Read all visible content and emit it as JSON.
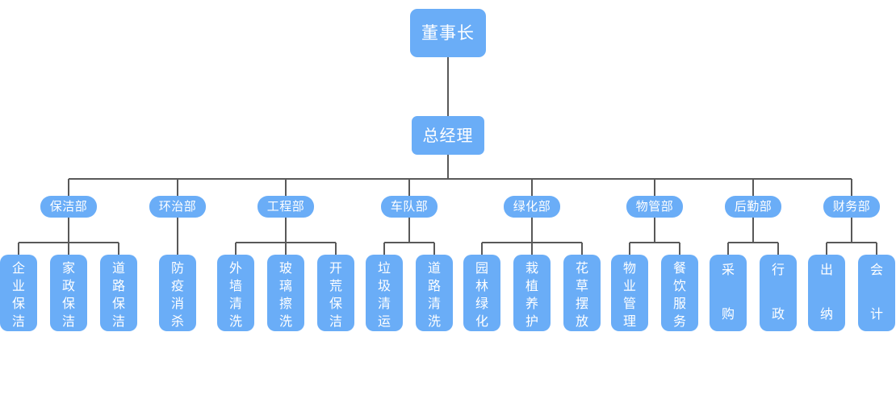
{
  "chart_data": {
    "type": "diagram",
    "diagram_type": "organization-chart",
    "orientation": "top-down",
    "title": "",
    "colors": {
      "node_fill": "#6AADF7",
      "node_text": "#FFFFFF",
      "connector": "#595959",
      "background": "#FFFFFF"
    },
    "levels": 4,
    "node_count": 28
  },
  "nodes": {
    "root": {
      "label": "董事长"
    },
    "exec": {
      "label": "总经理"
    },
    "departments": [
      {
        "label": "保洁部",
        "children": [
          {
            "label": "企业保洁"
          },
          {
            "label": "家政保洁"
          },
          {
            "label": "道路保洁"
          }
        ]
      },
      {
        "label": "环治部",
        "children": [
          {
            "label": "防疫消杀"
          }
        ]
      },
      {
        "label": "工程部",
        "children": [
          {
            "label": "外墙清洗"
          },
          {
            "label": "玻璃擦洗"
          },
          {
            "label": "开荒保洁"
          }
        ]
      },
      {
        "label": "车队部",
        "children": [
          {
            "label": "垃圾清运"
          },
          {
            "label": "道路清洗"
          }
        ]
      },
      {
        "label": "绿化部",
        "children": [
          {
            "label": "园林绿化"
          },
          {
            "label": "栽植养护"
          },
          {
            "label": "花草摆放"
          }
        ]
      },
      {
        "label": "物管部",
        "children": [
          {
            "label": "物业管理"
          },
          {
            "label": "餐饮服务"
          }
        ]
      },
      {
        "label": "后勤部",
        "children": [
          {
            "label": "采购"
          },
          {
            "label": "行政"
          }
        ]
      },
      {
        "label": "财务部",
        "children": [
          {
            "label": "出纳"
          },
          {
            "label": "会计"
          }
        ]
      }
    ]
  }
}
